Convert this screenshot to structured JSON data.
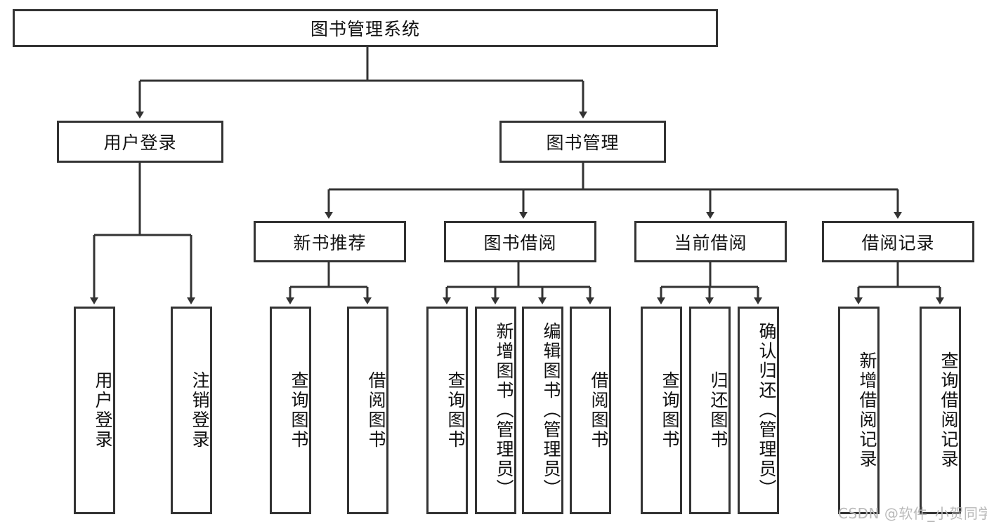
{
  "diagram": {
    "title": "图书管理系统",
    "type": "tree-hierarchy-chart",
    "watermark": "CSDN @软件_小贺同学",
    "colors": {
      "stroke": "#333333",
      "fill": "#ffffff",
      "text": "#111111",
      "watermark": "#b9b9b9"
    },
    "levels": {
      "root": {
        "label": "图书管理系统"
      },
      "level2": [
        {
          "label": "用户登录"
        },
        {
          "label": "图书管理"
        }
      ],
      "level3": [
        {
          "label": "新书推荐"
        },
        {
          "label": "图书借阅"
        },
        {
          "label": "当前借阅"
        },
        {
          "label": "借阅记录"
        }
      ],
      "leaves": {
        "user_login": [
          {
            "label": "用户登录"
          },
          {
            "label": "注销登录"
          }
        ],
        "new_book_recommend": [
          {
            "label": "查询图书"
          },
          {
            "label": "借阅图书"
          }
        ],
        "book_borrow": [
          {
            "label": "查询图书"
          },
          {
            "label": "新增图书（管理员）"
          },
          {
            "label": "编辑图书（管理员）"
          },
          {
            "label": "借阅图书"
          }
        ],
        "current_borrow": [
          {
            "label": "查询图书"
          },
          {
            "label": "归还图书"
          },
          {
            "label": "确认归还（管理员）"
          }
        ],
        "borrow_record": [
          {
            "label": "新增借阅记录"
          },
          {
            "label": "查询借阅记录"
          }
        ]
      }
    }
  }
}
